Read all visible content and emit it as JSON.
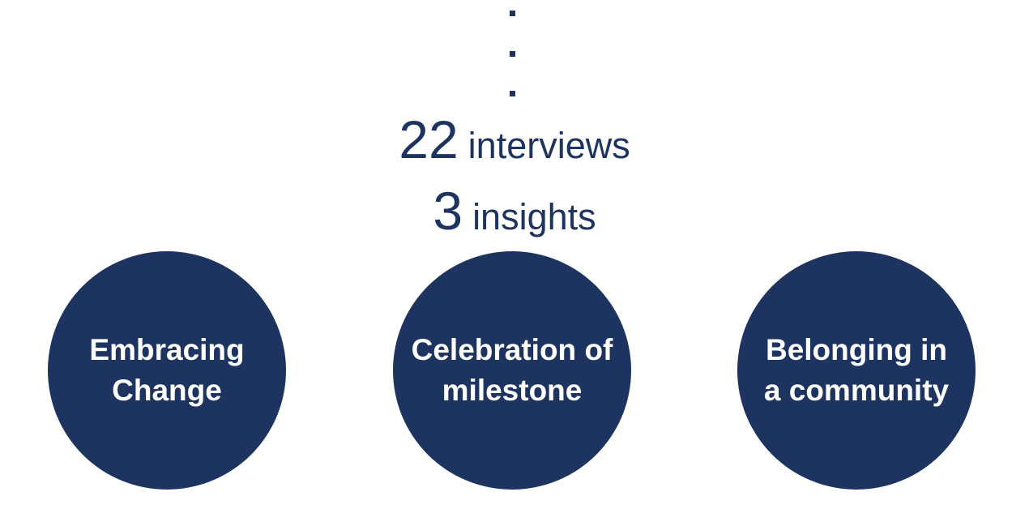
{
  "colors": {
    "accent": "#1d3461",
    "background": "#ffffff",
    "circle_text": "#ffffff"
  },
  "stats": [
    {
      "number": "22",
      "label": "interviews"
    },
    {
      "number": "3",
      "label": "insights"
    }
  ],
  "insights": [
    {
      "line1": "Embracing",
      "line2": "Change"
    },
    {
      "line1": "Celebration of",
      "line2": "milestone"
    },
    {
      "line1": "Belonging in",
      "line2": "a community"
    }
  ]
}
